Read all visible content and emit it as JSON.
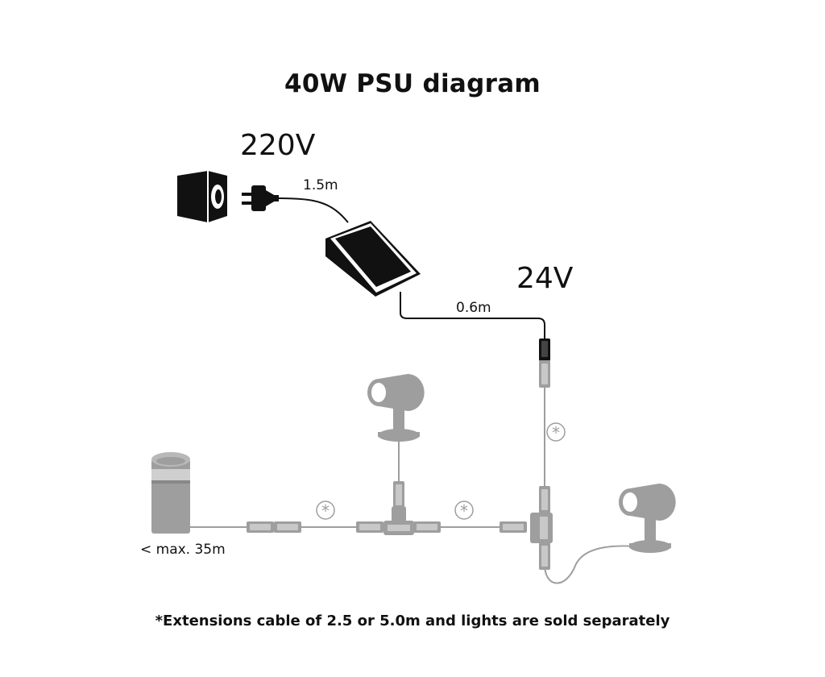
{
  "diagram": {
    "title": "40W PSU diagram",
    "input_voltage": "220V",
    "output_voltage": "24V",
    "mains_cable_length": "1.5m",
    "output_cable_length": "0.6m",
    "max_run_length": "< max. 35m",
    "extension_marker": "*",
    "footnote": "*Extensions cable of 2.5 or 5.0m and lights are sold separately"
  },
  "colors": {
    "primary": "#111111",
    "secondary": "#9e9e9e",
    "background": "#ffffff"
  }
}
